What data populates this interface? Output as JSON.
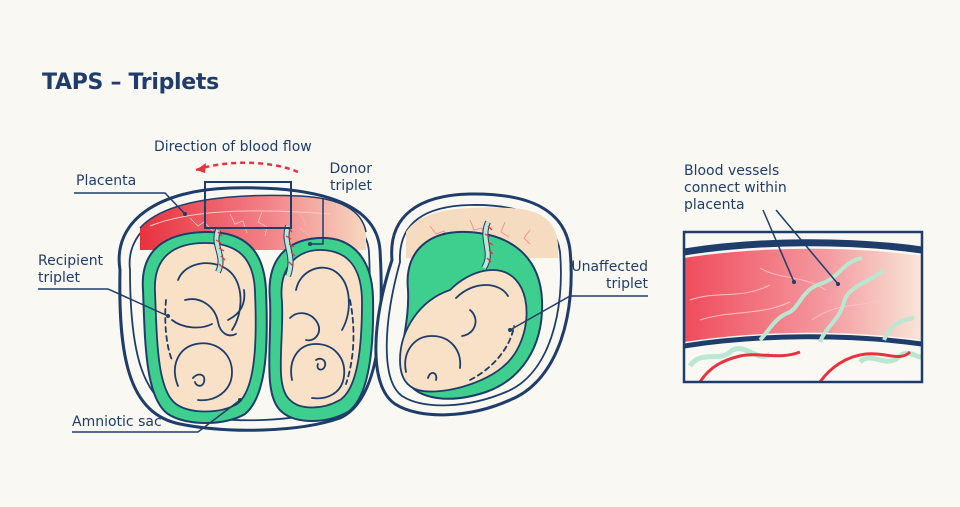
{
  "title": "TAPS – Triplets",
  "labels": {
    "blood_flow": "Direction of blood flow",
    "placenta": "Placenta",
    "donor": "Donor\ntriplet",
    "recipient": "Recipient\ntriplet",
    "unaffected": "Unaffected\ntriplet",
    "amniotic_sac": "Amniotic sac",
    "vessels": "Blood vessels\nconnect within\nplacenta"
  },
  "colors": {
    "navy": "#1e3d6b",
    "sac_green": "#3ecf8e",
    "skin": "#f8e1c6",
    "placenta_red": "#f04b5c",
    "placenta_light": "#f5dcc0",
    "arrow_red": "#e8323f",
    "cord_green": "#b9e8d2",
    "background": "#faf8f2"
  }
}
